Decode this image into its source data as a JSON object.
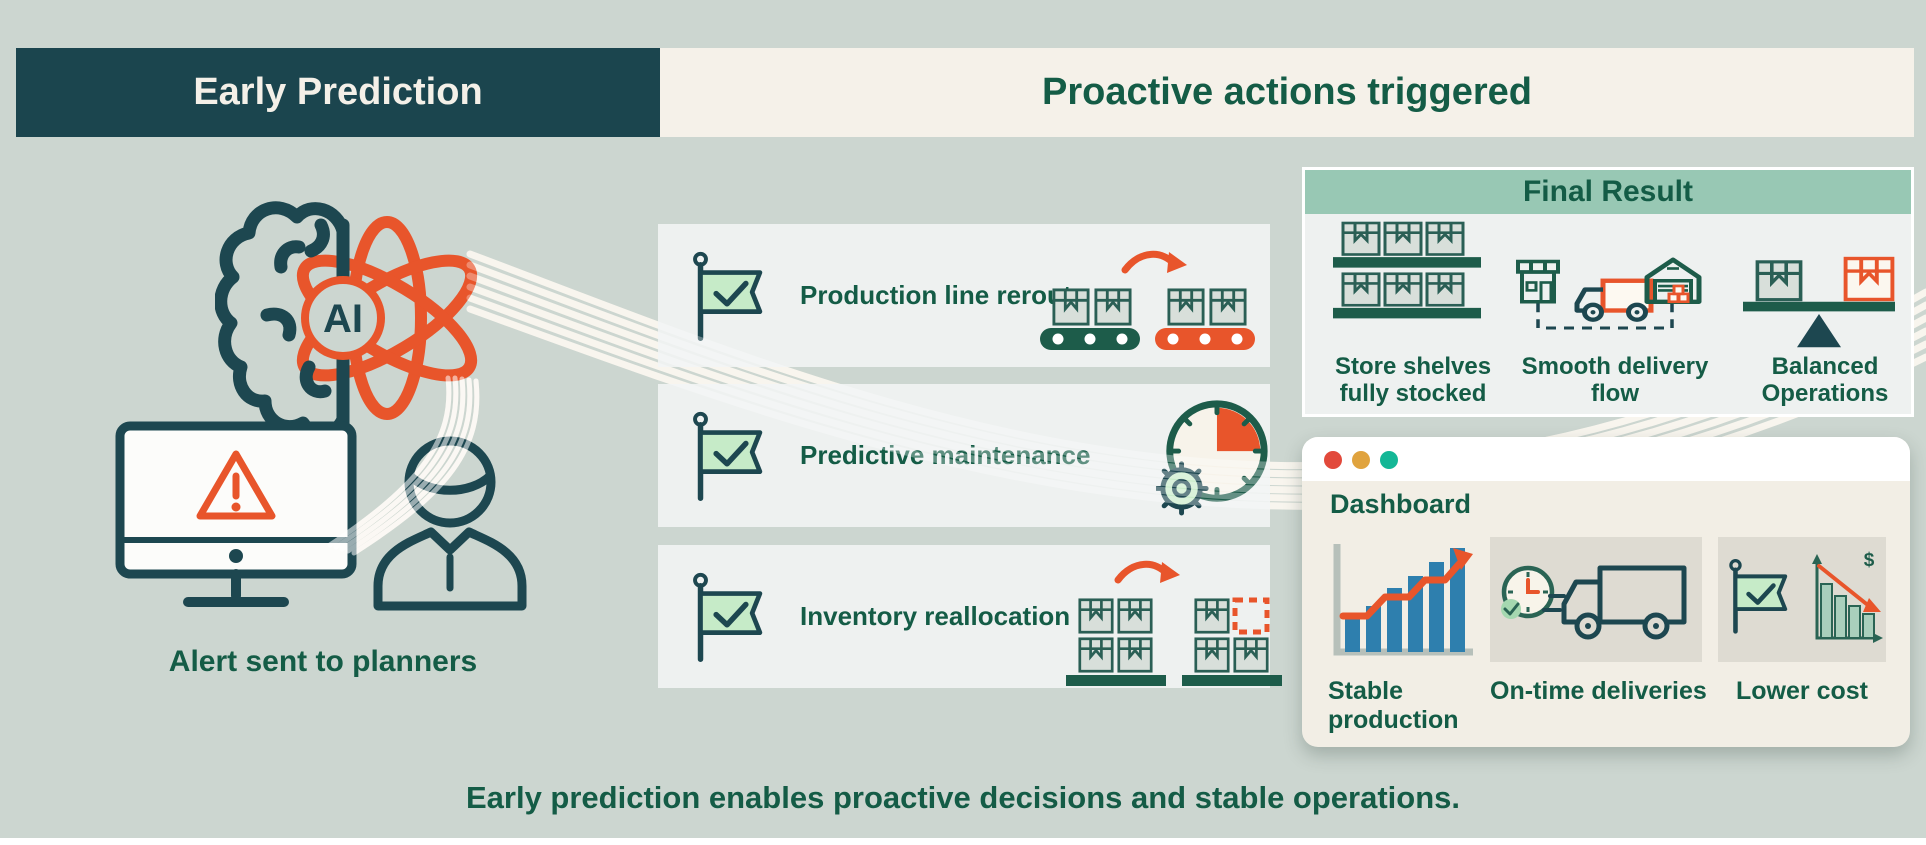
{
  "header": {
    "left": "Early Prediction",
    "right": "Proactive actions triggered"
  },
  "prediction_scene": {
    "ai_badge": "AI",
    "caption": "Alert sent to planners"
  },
  "actions": {
    "cards": [
      {
        "label": "Production line reroute",
        "icon": "conveyor-reroute-icon"
      },
      {
        "label": "Predictive maintenance",
        "icon": "maintenance-clock-icon"
      },
      {
        "label": "Inventory reallocation",
        "icon": "pallet-reallocation-icon"
      }
    ]
  },
  "final_result": {
    "title": "Final Result",
    "items": [
      {
        "label": "Store shelves fully stocked",
        "icon": "stocked-shelves-icon"
      },
      {
        "label": "Smooth delivery flow",
        "icon": "delivery-route-icon"
      },
      {
        "label": "Balanced Operations",
        "icon": "balance-icon"
      }
    ]
  },
  "dashboard": {
    "title": "Dashboard",
    "traffic_lights": [
      "#e2493b",
      "#e0a33e",
      "#14b796"
    ],
    "metrics": [
      {
        "label": "Stable production",
        "icon": "rising-chart-icon"
      },
      {
        "label": "On-time deliveries",
        "icon": "truck-clock-icon"
      },
      {
        "label": "Lower cost",
        "icon": "cost-down-icon",
        "symbol": "$"
      }
    ]
  },
  "tagline": "Early prediction enables proactive decisions and stable operations.",
  "colors": {
    "background": "#ccd6d0",
    "header_dark": "#1b454e",
    "cream": "#f5f1e9",
    "dark_green_text": "#145c46",
    "accent_orange": "#e8552b",
    "outline_teal": "#1d4750",
    "card_bg": "#eef1f0",
    "final_result_band": "#98c8b4",
    "flag_green": "#c6ebc8",
    "belt_green": "#1d5c4a",
    "bar_blue": "#2e7fae",
    "tile_gray": "#dedbd2"
  }
}
